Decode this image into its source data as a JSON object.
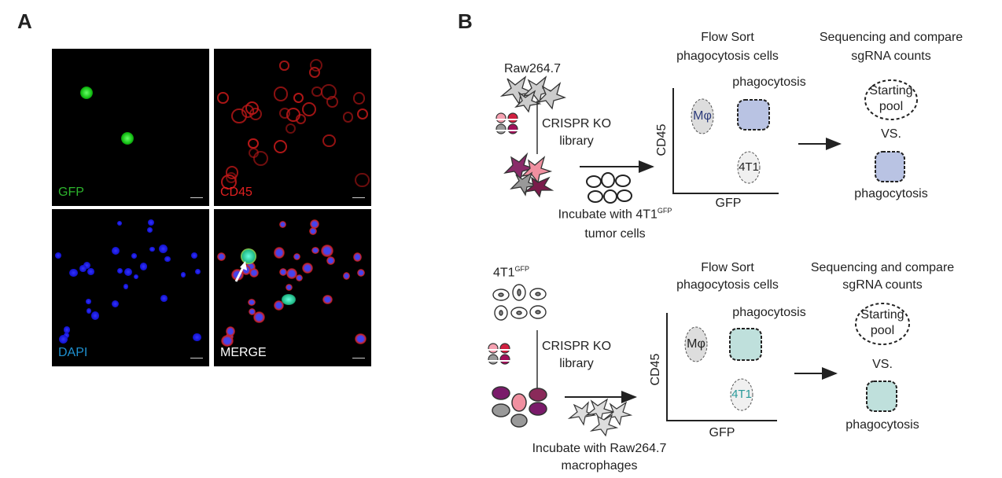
{
  "panel_a": {
    "label": "A",
    "channels": [
      "GFP",
      "CD45",
      "DAPI",
      "MERGE"
    ],
    "colors": {
      "GFP": "#2db52d",
      "CD45": "#e02020",
      "DAPI": "#1e90d0",
      "MERGE": "#ffffff"
    }
  },
  "panel_b": {
    "label": "B",
    "top": {
      "start_cells": "Raw264.7",
      "library": [
        "CRISPR KO",
        "library"
      ],
      "incubate": [
        "Incubate with 4T1",
        "GFP",
        "tumor cells"
      ],
      "flow_sort": [
        "Flow Sort",
        "phagocytosis cells"
      ],
      "gate_label": "phagocytosis",
      "y_axis": "CD45",
      "x_axis": "GFP",
      "population_1": "Mφ",
      "population_2": "4T1",
      "sequencing": [
        "Sequencing and compare",
        "sgRNA counts"
      ],
      "starting_pool": [
        "Starting",
        "pool"
      ],
      "vs": "VS.",
      "result": "phagocytosis",
      "gate_color": "#b9c3e3"
    },
    "bottom": {
      "start_cells": "4T1",
      "start_sup": "GFP",
      "library": [
        "CRISPR KO",
        "library"
      ],
      "incubate": [
        "Incubate with Raw264.7",
        "macrophages"
      ],
      "flow_sort": [
        "Flow Sort",
        "phagocytosis cells"
      ],
      "gate_label": "phagocytosis",
      "y_axis": "CD45",
      "x_axis": "GFP",
      "population_1": "Mφ",
      "population_2": "4T1",
      "sequencing": [
        "Sequencing and compare",
        "sgRNA counts"
      ],
      "starting_pool": [
        "Starting",
        "pool"
      ],
      "vs": "VS.",
      "result": "phagocytosis",
      "gate_color": "#bfe0dc"
    }
  }
}
